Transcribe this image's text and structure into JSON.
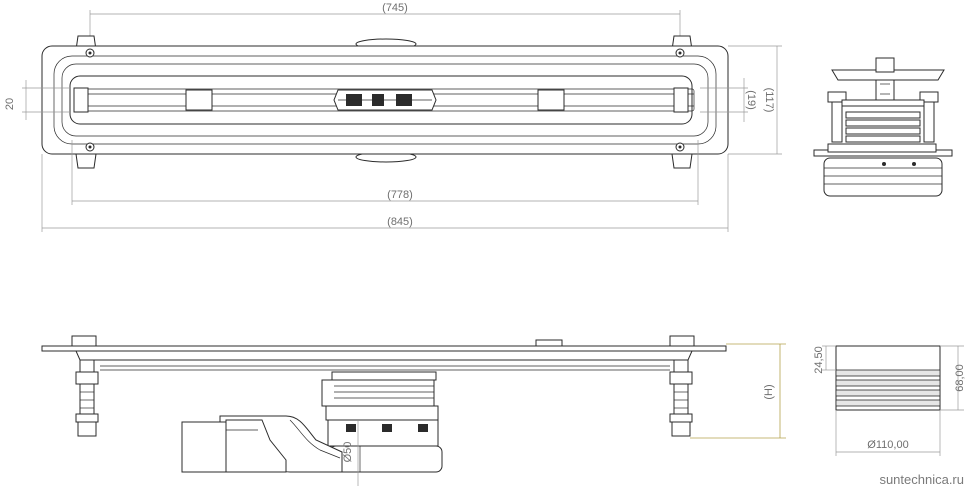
{
  "dimensions": {
    "grate_length": "(745)",
    "frame_inner_length": "(778)",
    "overall_length": "(845)",
    "left_height": "20",
    "slot_width": "(19)",
    "overall_width": "(117)",
    "install_height": "(H)",
    "siphon_upper": "24,50",
    "siphon_height": "68,00",
    "siphon_diameter": "Ø110,00",
    "outlet_diameter": "Ø50"
  },
  "watermark": "suntechnica.ru",
  "colors": {
    "line": "#2b2b2b",
    "dimension": "#9a9a9a",
    "height_dim": "#b4a24c"
  }
}
